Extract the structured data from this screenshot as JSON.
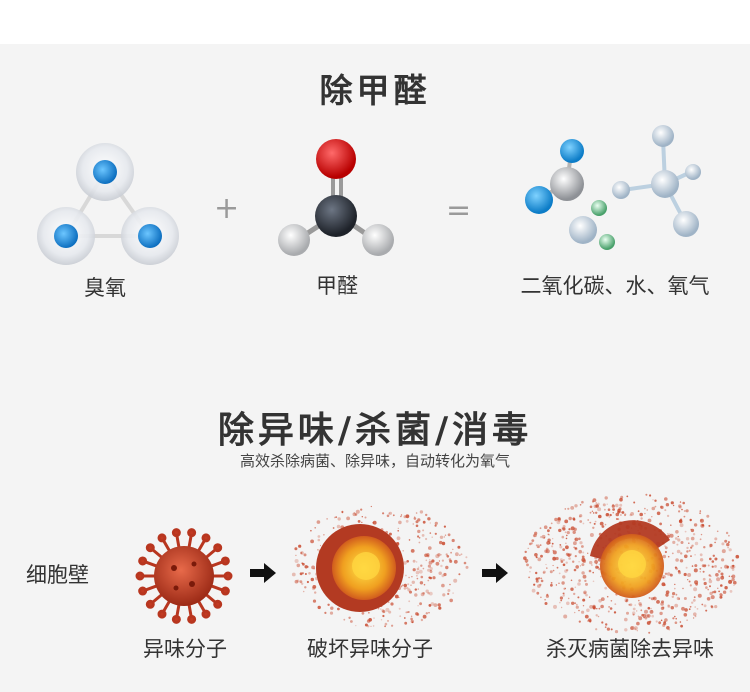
{
  "section1": {
    "title": "除甲醛",
    "ozone_label": "臭氧",
    "plus": "+",
    "formaldehyde_label": "甲醛",
    "equals": "=",
    "products_label": "二氧化碳、水、氧气"
  },
  "section2": {
    "title": "除异味/杀菌/消毒",
    "subtitle": "高效杀除病菌、除异味，自动转化为氧气",
    "cell_wall_label": "细胞壁",
    "steps": [
      {
        "label": "异味分子"
      },
      {
        "label": "破坏异味分子"
      },
      {
        "label": "杀灭病菌除去异味"
      }
    ]
  },
  "colors": {
    "title": "#333333",
    "molecule_blue": "#1e8fd6",
    "oxygen_red": "#d40000",
    "carbon_dark": "#3a3f47",
    "virus_red": "#c23a22",
    "virus_core": "#f0a020"
  }
}
